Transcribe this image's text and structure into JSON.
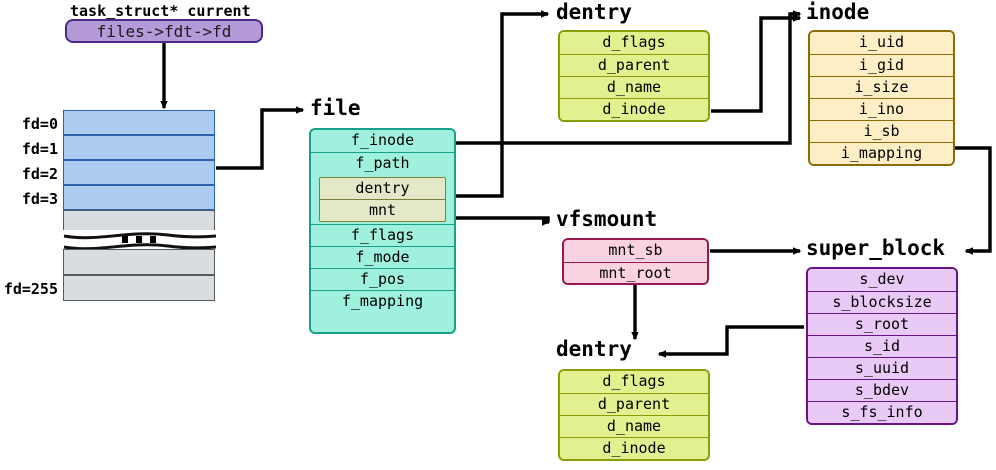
{
  "diagram": {
    "title_text": "task_struct* current",
    "current_pointer": "files->fdt->fd"
  },
  "fd_array": {
    "labels": [
      "fd=0",
      "fd=1",
      "fd=2",
      "fd=3",
      "fd=255"
    ],
    "active_count": 4,
    "ellipsis": "..."
  },
  "structs": {
    "file": {
      "title": "file",
      "fields": [
        "f_inode",
        "f_path",
        "f_flags",
        "f_mode",
        "f_pos",
        "f_mapping"
      ],
      "path_fields": [
        "dentry",
        "mnt"
      ],
      "color": "#9ff0dd",
      "border": "#19a08c"
    },
    "dentry_top": {
      "title": "dentry",
      "fields": [
        "d_flags",
        "d_parent",
        "d_name",
        "d_inode"
      ],
      "color": "#e3f08f",
      "border": "#8a9c07"
    },
    "dentry_bottom": {
      "title": "dentry",
      "fields": [
        "d_flags",
        "d_parent",
        "d_name",
        "d_inode"
      ],
      "color": "#e3f08f",
      "border": "#8a9c07"
    },
    "inode": {
      "title": "inode",
      "fields": [
        "i_uid",
        "i_gid",
        "i_size",
        "i_ino",
        "i_sb",
        "i_mapping"
      ],
      "color": "#fdeec6",
      "border": "#8a6d06"
    },
    "vfsmount": {
      "title": "vfsmount",
      "fields": [
        "mnt_sb",
        "mnt_root"
      ],
      "color": "#fbd2e1",
      "border": "#99174f"
    },
    "super_block": {
      "title": "super_block",
      "fields": [
        "s_dev",
        "s_blocksize",
        "s_root",
        "s_id",
        "s_uuid",
        "s_bdev",
        "s_fs_info"
      ],
      "color": "#e9c9f5",
      "border": "#68128c"
    }
  }
}
